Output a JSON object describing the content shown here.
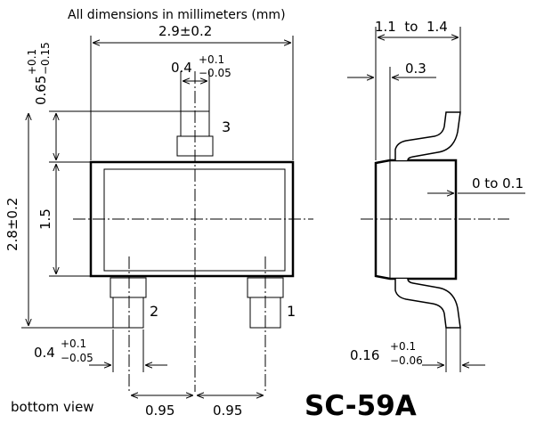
{
  "header": {
    "note": "All dimensions in millimeters (mm)"
  },
  "top_view": {
    "width": "2.9±0.2",
    "height": "2.8±0.2",
    "body_height": "1.5",
    "lead_top_extent_base": "0.65",
    "lead_top_extent_plus": "+0.1",
    "lead_top_extent_minus": "−0.15",
    "lead3_width_base": "0.4",
    "lead3_width_plus": "+0.1",
    "lead3_width_minus": "−0.05",
    "lead_width_base": "0.4",
    "lead_width_plus": "+0.1",
    "lead_width_minus": "−0.05",
    "pitch_left": "0.95",
    "pitch_right": "0.95",
    "pin1": "1",
    "pin2": "2",
    "pin3": "3",
    "caption": "bottom view"
  },
  "side_view": {
    "total_thickness": "1.1  to  1.4",
    "lead_offset": "0.3",
    "standoff": "0 to 0.1",
    "lead_thickness_base": "0.16",
    "lead_thickness_plus": "+0.1",
    "lead_thickness_minus": "−0.06"
  },
  "package_name": "SC-59A"
}
